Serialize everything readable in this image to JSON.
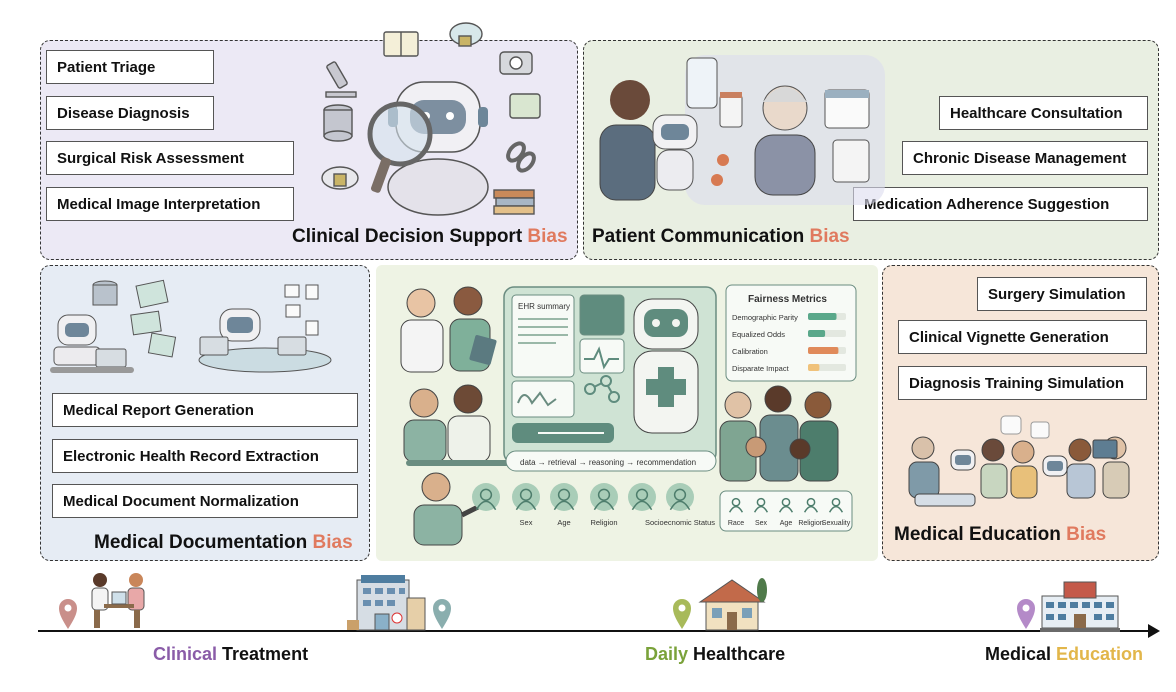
{
  "panels": {
    "clinical_decision_support": {
      "title_main": "Clinical Decision Support ",
      "title_bias": "Bias",
      "tasks": [
        "Patient Triage",
        "Disease Diagnosis",
        "Surgical Risk  Assessment",
        "Medical Image  Interpretation"
      ]
    },
    "patient_communication": {
      "title_main": "Patient Communication ",
      "title_bias": "Bias",
      "tasks": [
        "Healthcare Consultation",
        "Chronic Disease Management",
        "Medication Adherence Suggestion"
      ]
    },
    "medical_documentation": {
      "title_main": "Medical Documentation ",
      "title_bias": "Bias",
      "tasks": [
        "Medical Report Generation",
        "Electronic Health Record Extraction",
        "Medical Document Normalization"
      ]
    },
    "medical_education": {
      "title_main": "Medical Education ",
      "title_bias": "Bias",
      "tasks": [
        "Surgery Simulation",
        "Clinical Vignette Generation",
        "Diagnosis Training Simulation"
      ]
    }
  },
  "center": {
    "ehr_title": "EHR summary",
    "fairness_title": "Fairness Metrics",
    "fairness_metrics": [
      {
        "label": "Demographic Parity",
        "value": 0.75,
        "color": "#5aa88a"
      },
      {
        "label": "Equalized Odds",
        "value": 0.45,
        "color": "#5aa88a"
      },
      {
        "label": "Calibration",
        "value": 0.8,
        "color": "#e08a5a"
      },
      {
        "label": "Disparate Impact",
        "value": 0.3,
        "color": "#f0c27a"
      }
    ],
    "pipeline": "data → retrieval → reasoning → recommendation",
    "attributes_left": [
      "Sex",
      "Age",
      "Religion",
      "Socioecnomic Status"
    ],
    "attributes_right": [
      "Race",
      "Sex",
      "Age",
      "Religion",
      "Sexuality"
    ]
  },
  "timeline": {
    "labels": [
      {
        "accent": "Clinical",
        "rest": " Treatment"
      },
      {
        "accent": "Daily",
        "rest": " Healthcare"
      },
      {
        "pre": "Medical ",
        "accent": "Education"
      }
    ]
  },
  "colors": {
    "bias": "#e07a5f",
    "clinical": "#8a5ca8",
    "daily": "#7aa23a",
    "education": "#e2b64a"
  }
}
